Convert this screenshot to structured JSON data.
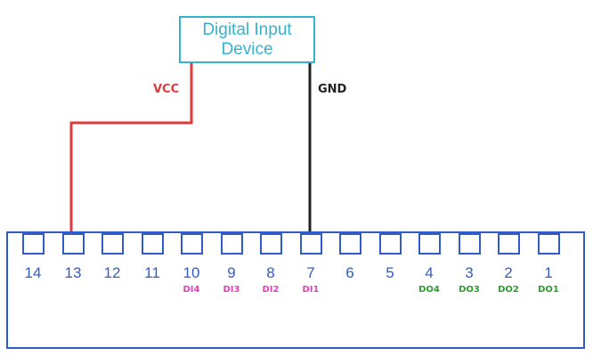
{
  "device": {
    "line1": "Digital Input",
    "line2": "Device"
  },
  "wires": {
    "vcc_label": "VCC",
    "gnd_label": "GND"
  },
  "colors": {
    "vcc": "#e03a3a",
    "gnd": "#222222",
    "device": "#35b4cf",
    "block": "#2f5cc8",
    "di": "#e040b8",
    "do": "#2f9a2f"
  },
  "pins": [
    {
      "num": "14",
      "func": ""
    },
    {
      "num": "13",
      "func": ""
    },
    {
      "num": "12",
      "func": ""
    },
    {
      "num": "11",
      "func": ""
    },
    {
      "num": "10",
      "func": "DI4"
    },
    {
      "num": "9",
      "func": "DI3"
    },
    {
      "num": "8",
      "func": "DI2"
    },
    {
      "num": "7",
      "func": "DI1"
    },
    {
      "num": "6",
      "func": ""
    },
    {
      "num": "5",
      "func": ""
    },
    {
      "num": "4",
      "func": "DO4"
    },
    {
      "num": "3",
      "func": "DO3"
    },
    {
      "num": "2",
      "func": "DO2"
    },
    {
      "num": "1",
      "func": "DO1"
    }
  ]
}
